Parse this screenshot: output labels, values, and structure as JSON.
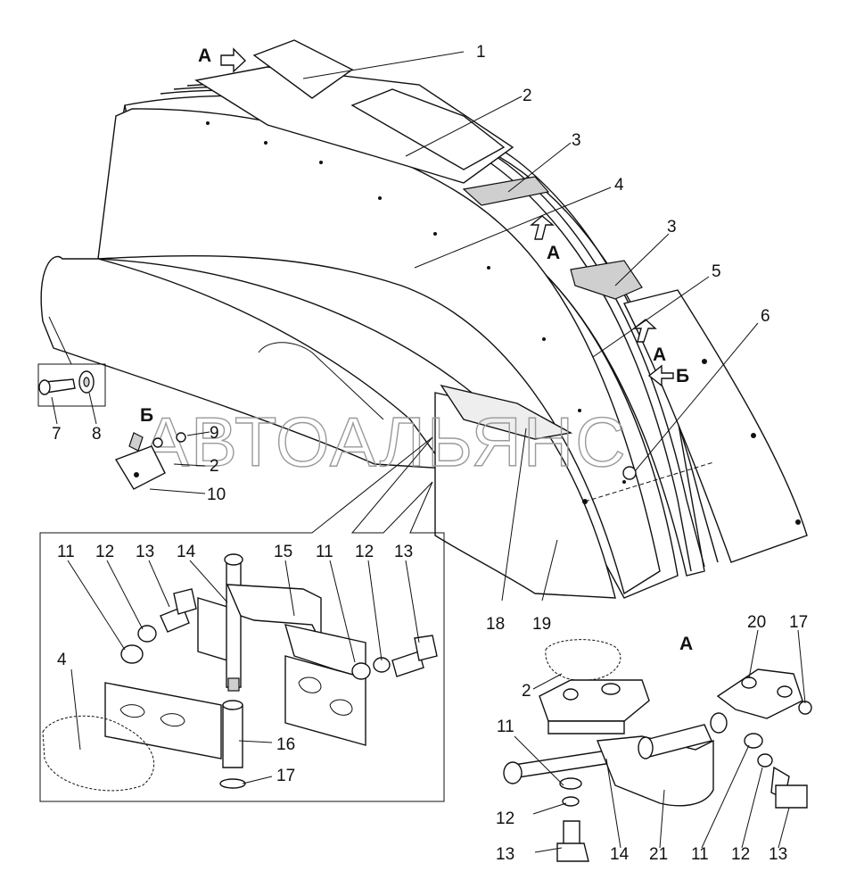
{
  "watermark": "АВТОАЛЬЯНС",
  "view_labels": {
    "a_top": "А",
    "a_mid1": "А",
    "a_mid2": "А",
    "b_right": "Б",
    "b_left": "Б",
    "a_detail": "А"
  },
  "callouts": {
    "c1": "1",
    "c2": "2",
    "c3a": "3",
    "c3b": "3",
    "c4": "4",
    "c5": "5",
    "c6": "6",
    "c7": "7",
    "c8": "8",
    "c9": "9",
    "c2b": "2",
    "c10": "10",
    "c18": "18",
    "c19": "19",
    "d_11a": "11",
    "d_12a": "12",
    "d_13a": "13",
    "d_14": "14",
    "d_15": "15",
    "d_11b": "11",
    "d_12b": "12",
    "d_13b": "13",
    "d_4": "4",
    "d_16": "16",
    "d_17": "17",
    "a_20": "20",
    "a_17": "17",
    "a_2": "2",
    "a_11a": "11",
    "a_12a": "12",
    "a_13a": "13",
    "a_14": "14",
    "a_21": "21",
    "a_11b": "11",
    "a_12b": "12",
    "a_13b": "13"
  }
}
